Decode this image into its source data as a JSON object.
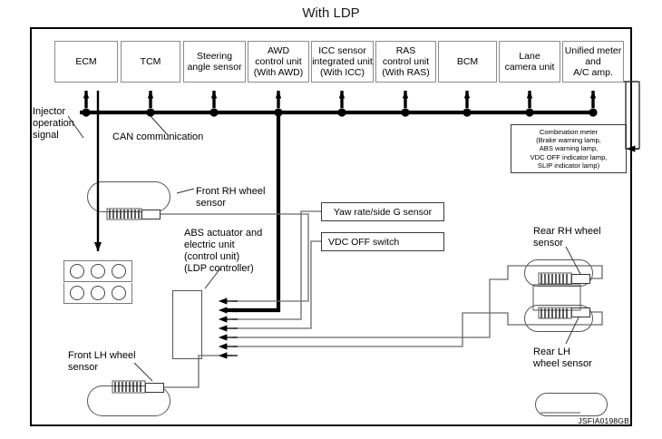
{
  "title": "With LDP",
  "figure_code": "JSFIA0198GB",
  "can_bus": {
    "label": "CAN communication",
    "nodes": [
      "ECM",
      "TCM",
      "Steering angle sensor",
      "AWD control unit (With AWD)",
      "ICC sensor integrated unit (With ICC)",
      "RAS control unit (With RAS)",
      "BCM",
      "Lane camera unit",
      "Unified meter and A/C amp."
    ]
  },
  "top_boxes": [
    {
      "id": "ecm",
      "lines": [
        "ECM"
      ]
    },
    {
      "id": "tcm",
      "lines": [
        "TCM"
      ]
    },
    {
      "id": "steering",
      "lines": [
        "Steering",
        "angle sensor"
      ]
    },
    {
      "id": "awd",
      "lines": [
        "AWD",
        "control unit",
        "(With AWD)"
      ]
    },
    {
      "id": "icc",
      "lines": [
        "ICC sensor",
        "integrated unit",
        "(With ICC)"
      ]
    },
    {
      "id": "ras",
      "lines": [
        "RAS",
        "control unit",
        "(With RAS)"
      ]
    },
    {
      "id": "bcm",
      "lines": [
        "BCM"
      ]
    },
    {
      "id": "lane",
      "lines": [
        "Lane",
        "camera unit"
      ]
    },
    {
      "id": "meter",
      "lines": [
        "Unified meter",
        "and",
        "A/C amp."
      ]
    }
  ],
  "combination_meter": {
    "lines": [
      "Combination meter",
      "(Brake warning lamp,",
      "ABS warning lamp,",
      "VDC OFF indicator lamp,",
      "SLIP indicator lamp)"
    ]
  },
  "side_boxes": [
    {
      "id": "yaw",
      "label": "Yaw rate/side G sensor"
    },
    {
      "id": "vdc",
      "label": "VDC OFF switch"
    }
  ],
  "labels": {
    "injector": "Injector\noperation\nsignal",
    "can_comm": "CAN communication",
    "front_rh": "Front RH wheel\nsensor",
    "front_lh": "Front LH wheel\nsensor",
    "rear_rh": "Rear RH wheel\nsensor",
    "rear_lh": "Rear LH\nwheel sensor",
    "abs_unit": "ABS actuator and\nelectric unit\n(control unit)\n(LDP controller)"
  },
  "colors": {
    "line": "#000000",
    "thin_line": "#6b6b6b",
    "background": "#ffffff",
    "border": "#8c8c8c"
  }
}
